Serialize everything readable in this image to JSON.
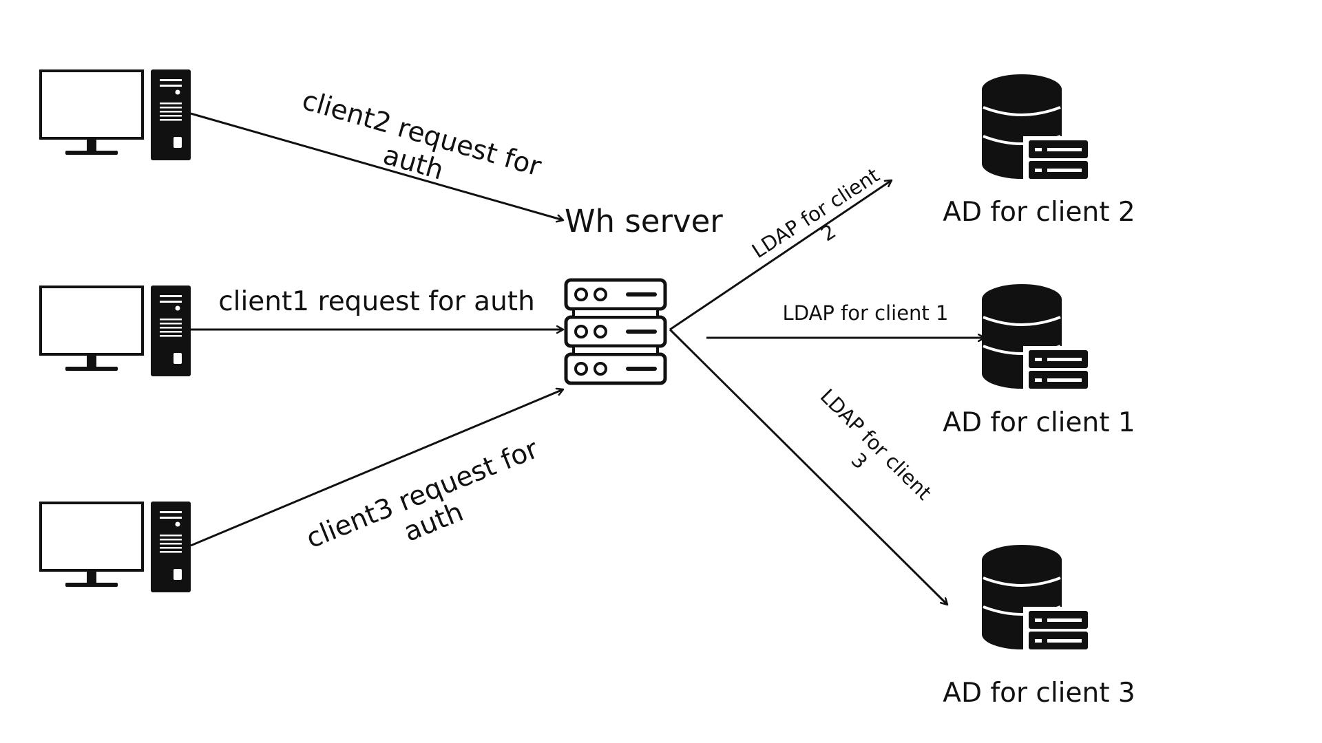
{
  "server": {
    "label": "Wh server"
  },
  "clients": [
    {
      "id": "client2",
      "request_line1": "client2  request for",
      "request_line2": "auth"
    },
    {
      "id": "client1",
      "request_line1": "client1  request for auth"
    },
    {
      "id": "client3",
      "request_line1": "client3  request for",
      "request_line2": "auth"
    }
  ],
  "ldap": [
    {
      "line1": "LDAP for client",
      "line2": "2"
    },
    {
      "line1": "LDAP for client 1"
    },
    {
      "line1": "LDAP for client",
      "line2": "3"
    }
  ],
  "directories": [
    {
      "label": "AD for client 2"
    },
    {
      "label": "AD for client 1"
    },
    {
      "label": "AD for client 3"
    }
  ],
  "icons": {
    "client": "desktop-computer-icon",
    "server": "server-rack-icon",
    "directory": "database-server-icon"
  },
  "colors": {
    "ink": "#111111",
    "background": "#ffffff"
  }
}
